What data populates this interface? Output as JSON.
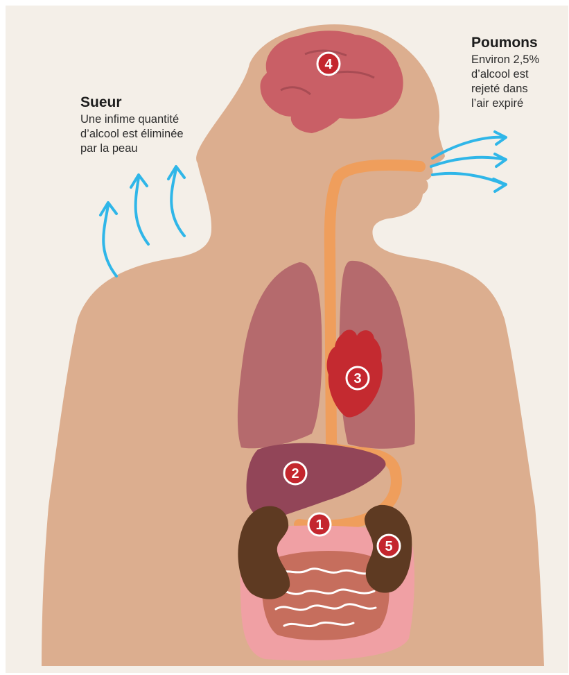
{
  "background_color": "#f4efe8",
  "colors": {
    "skin": "#dcae8f",
    "lungs": "#b56a6d",
    "brain": "#c95f66",
    "heart": "#c42a30",
    "liver": "#924558",
    "esophagus": "#ef9e5c",
    "kidneys": "#5e3a22",
    "intestine_large": "#f0a0a4",
    "intestine_small": "#c66e5d",
    "arrows": "#2fb6e8",
    "badge": "#c4262e"
  },
  "callouts": {
    "sweat": {
      "title": "Sueur",
      "lines": [
        "Une infime quantité",
        "d’alcool est éliminée",
        "par la peau"
      ],
      "icon": "sweat-evaporation-arrows"
    },
    "lungs": {
      "title": "Poumons",
      "lines": [
        "Environ 2,5%",
        "d’alcool est",
        "rejeté dans",
        "l’air expiré"
      ],
      "icon": "exhaled-air-arrows"
    }
  },
  "organs": [
    {
      "name": "estomac",
      "badge": "1"
    },
    {
      "name": "foie",
      "badge": "2"
    },
    {
      "name": "coeur",
      "badge": "3"
    },
    {
      "name": "cerveau",
      "badge": "4"
    },
    {
      "name": "reins",
      "badge": "5"
    }
  ]
}
